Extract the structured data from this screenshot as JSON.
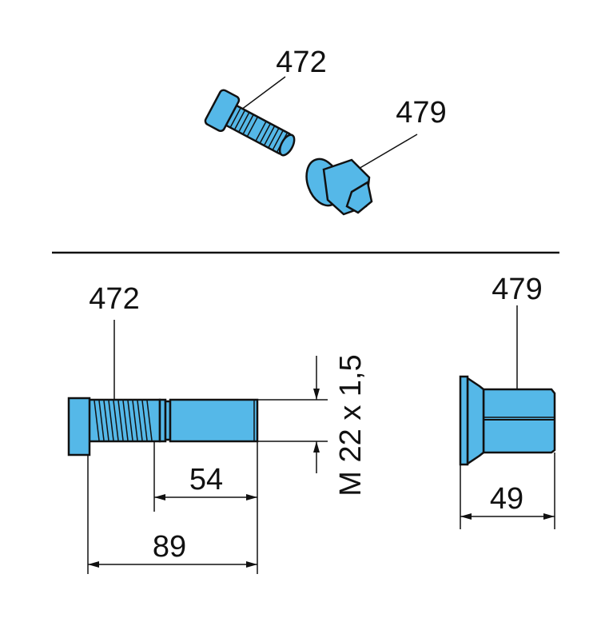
{
  "colors": {
    "part_fill": "#55b8e8",
    "outline": "#111111"
  },
  "iso_view": {
    "bolt_label": "472",
    "nut_label": "479"
  },
  "side_view": {
    "bolt_label": "472",
    "nut_label": "479",
    "thread_spec": "M 22 x 1,5",
    "dim_shaft_length": "54",
    "dim_total_length": "89",
    "dim_nut_length": "49"
  }
}
